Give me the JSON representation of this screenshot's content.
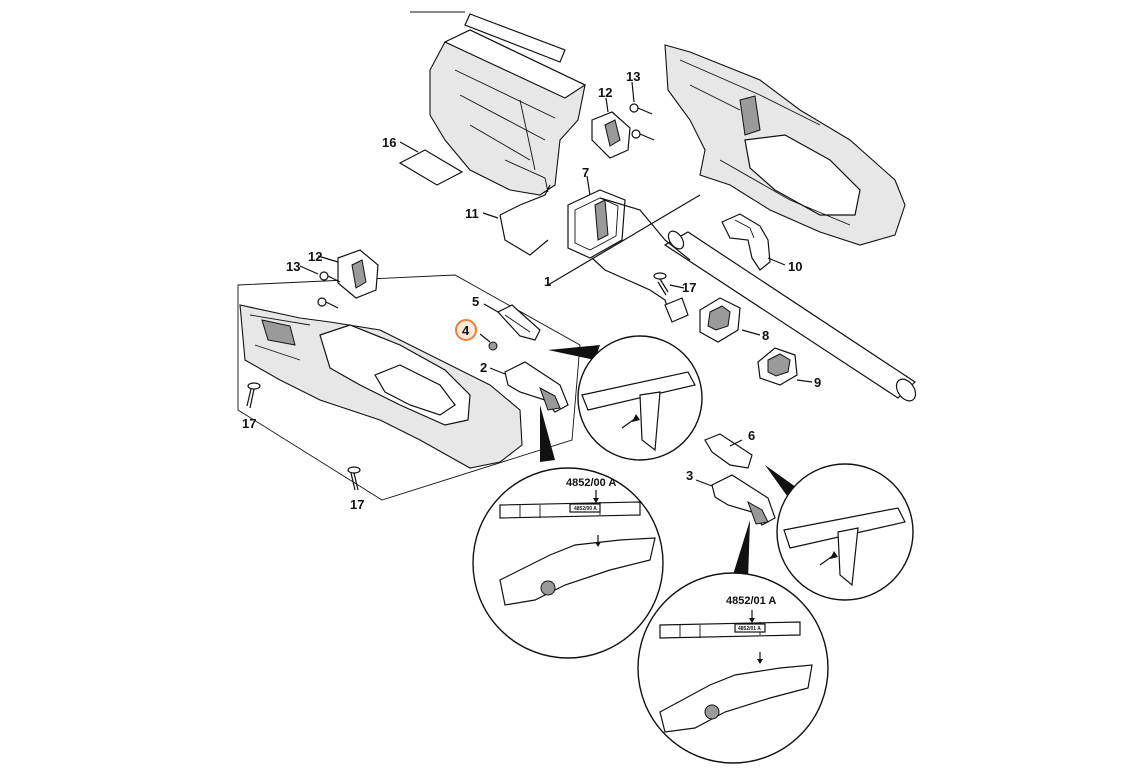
{
  "diagram": {
    "part_numbers": {
      "p1": "1",
      "p2": "2",
      "p3": "3",
      "p4": "4",
      "p5": "5",
      "p6": "6",
      "p7": "7",
      "p8": "8",
      "p9": "9",
      "p10": "10",
      "p11": "11",
      "p12a": "12",
      "p12b": "12",
      "p13a": "13",
      "p13b": "13",
      "p16": "16",
      "p17a": "17",
      "p17b": "17",
      "p17c": "17"
    },
    "detail_codes": {
      "code_a": "4852/00 A",
      "code_b": "4852/01 A"
    },
    "colors": {
      "highlight": "#e8823a",
      "ink": "#111111",
      "shade": "#e7e7e7"
    }
  }
}
